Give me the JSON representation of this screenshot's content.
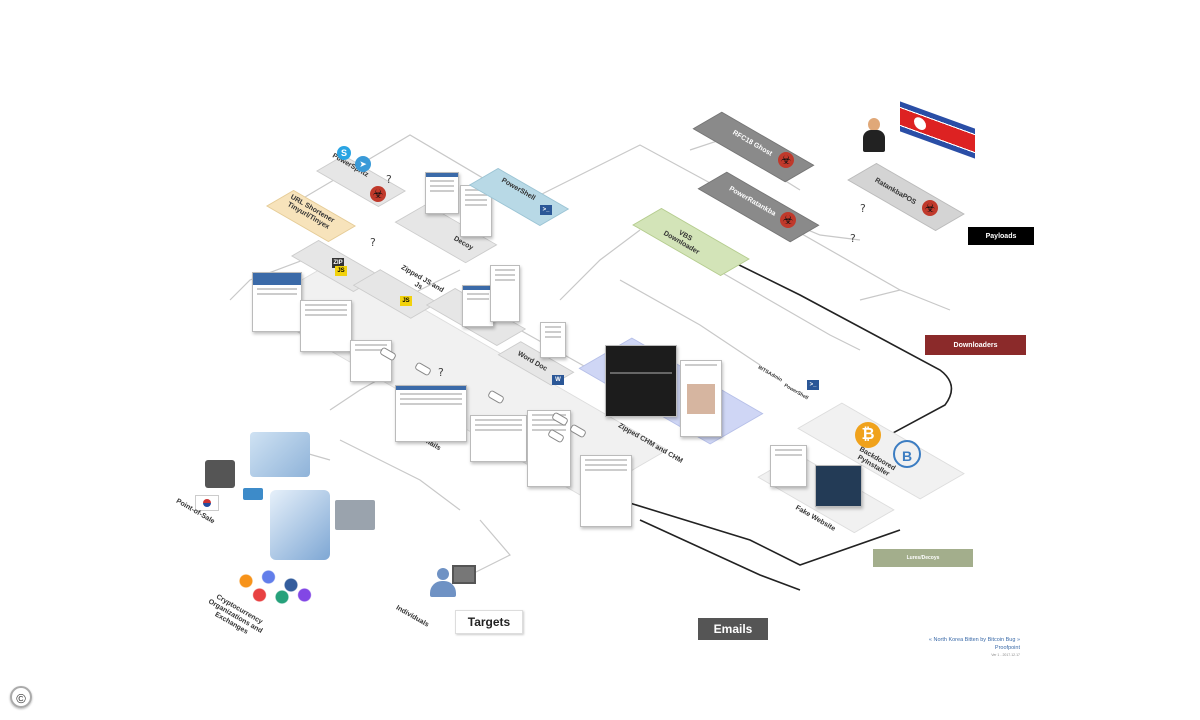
{
  "labels": {
    "point_of_sale": "Point-of-Sale",
    "crypto": "Cryptocurrency Organizations and Exchanges",
    "individuals": "Individuals",
    "emails_lane": "Emails",
    "powerspritz": "PowerSpritz",
    "url_shortener": "URL Shortener Tinyurl/Tinyex",
    "zipped_js": "Zipped JS and Js",
    "powershell_node": "PowerShell",
    "decoy": "Decoy",
    "word_doc": "Word Doc",
    "zipped_chm": "Zipped CHM and CHM",
    "vbs_downloader": "VBS Downloader",
    "rfc18_ghost": "RFC18 Ghost",
    "powerratankba": "PowerRatankba",
    "ratankbapos": "RatankbaPOS",
    "bitsadmin": "BITSAdmin",
    "powershell_small": "PowerShell",
    "backdoored": "Backdoored PyInstaller",
    "fake_website": "Fake Website"
  },
  "legend": {
    "payloads": "Payloads",
    "downloaders": "Downloaders",
    "lures": "Lures/Decoys",
    "targets": "Targets",
    "emails": "Emails"
  },
  "footer": {
    "title": "« North Korea Bitten by Bitcoin Bug »",
    "source": "Proofpoint",
    "version": "Ver 1 - 2017.12.17"
  },
  "question_mark": "?",
  "copyright": "©",
  "colors": {
    "payloads": "#000000",
    "downloaders": "#8b2a2a",
    "lures": "#a3ae8c",
    "targets_bg": "#ffffff",
    "emails_bg": "#555555",
    "powershell_node": "#b8d9e6",
    "url_shortener_node": "#f7e3bb",
    "vbs_node": "#d3e4b8",
    "chm_platform": "#cfd6f5",
    "malware_node": "#8a8a8a"
  }
}
